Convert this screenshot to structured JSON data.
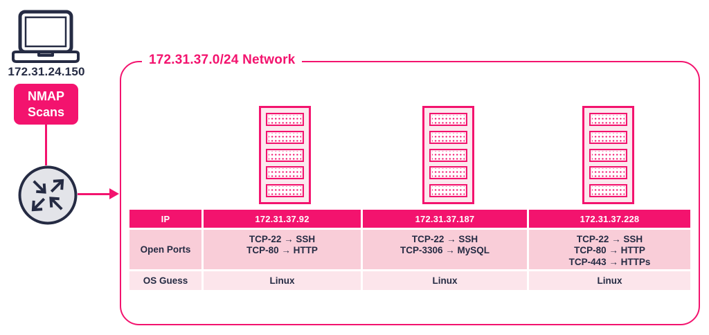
{
  "scanner": {
    "ip": "172.31.24.150",
    "action_line1": "NMAP",
    "action_line2": "Scans"
  },
  "network": {
    "title": "172.31.37.0/24 Network"
  },
  "table": {
    "header_label": "IP",
    "open_ports_label": "Open Ports",
    "os_guess_label": "OS Guess",
    "hosts": [
      {
        "ip": "172.31.37.92",
        "open_ports": [
          "TCP-22 → SSH",
          "TCP-80 → HTTP"
        ],
        "os_guess": "Linux"
      },
      {
        "ip": "172.31.37.187",
        "open_ports": [
          "TCP-22 → SSH",
          "TCP-3306 → MySQL"
        ],
        "os_guess": "Linux"
      },
      {
        "ip": "172.31.37.228",
        "open_ports": [
          "TCP-22 → SSH",
          "TCP-80 → HTTP",
          "TCP-443 → HTTPs"
        ],
        "os_guess": "Linux"
      }
    ]
  },
  "icons": {
    "laptop": "laptop-icon",
    "router": "router-icon",
    "server": "server-rack-icon"
  },
  "colors": {
    "accent_pink": "#f3136e",
    "row_pink": "#f9cdd8",
    "row_light_pink": "#fce5eb",
    "server_fill": "#fbe9ee",
    "dark_navy": "#252b43",
    "router_gray": "#e3e4e9"
  }
}
